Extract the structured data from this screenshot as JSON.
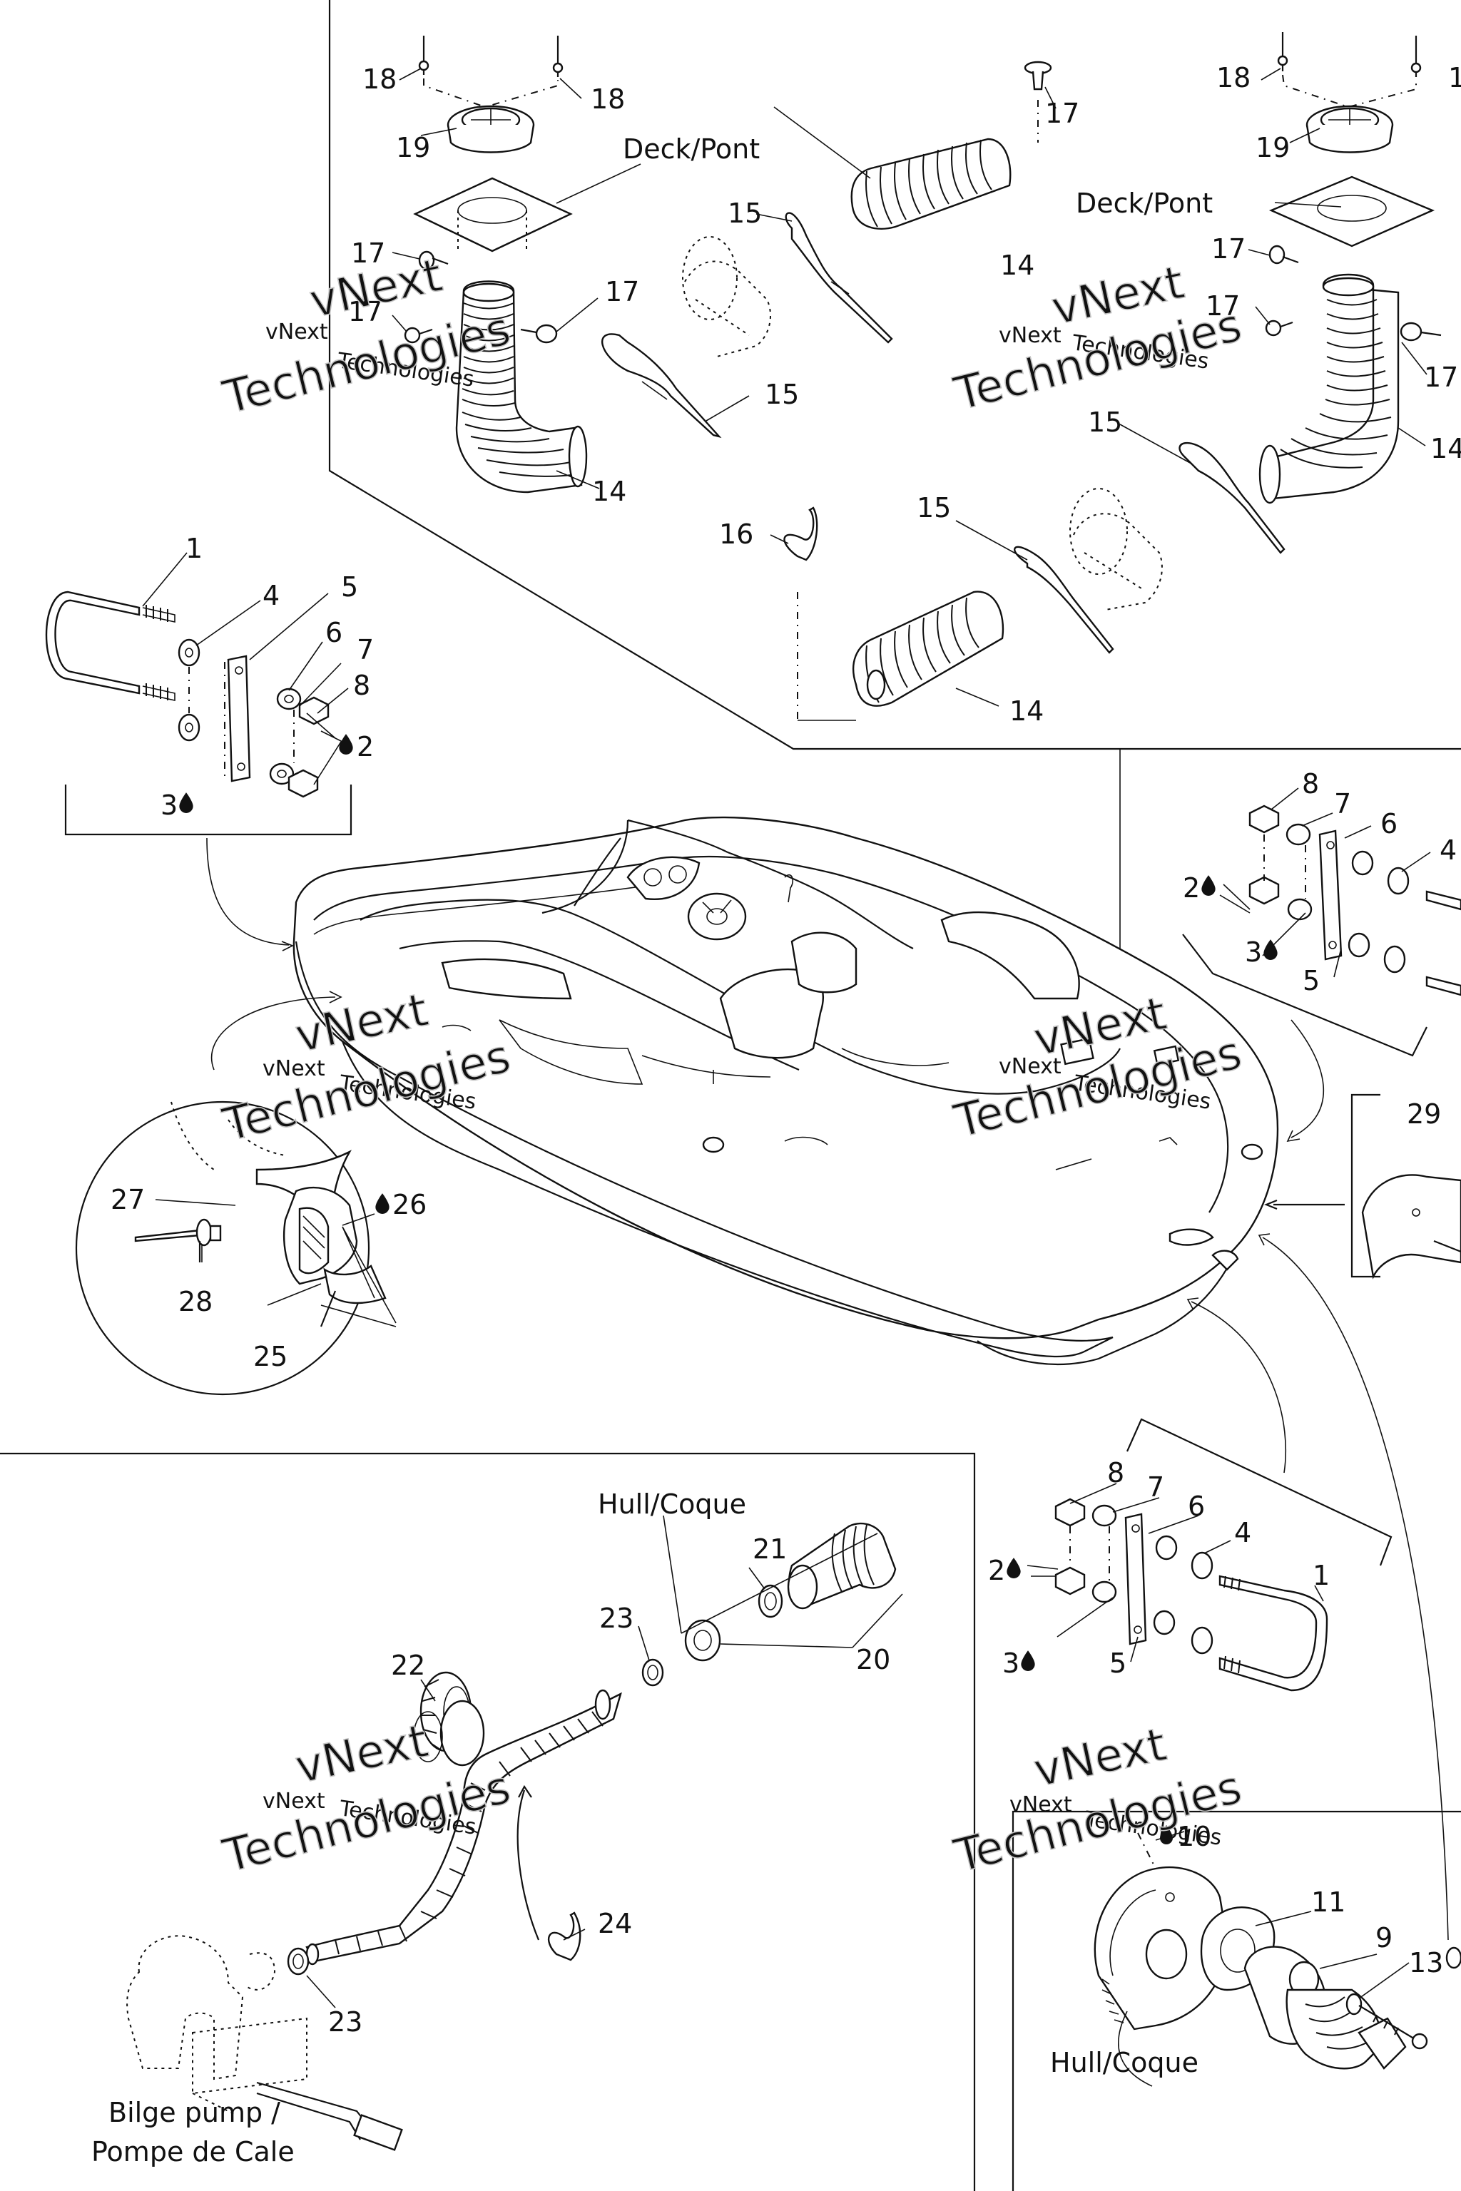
{
  "labels": {
    "deck_left": "Deck/Pont",
    "deck_right": "Deck/Pont",
    "hull_bottom": "Hull/Coque",
    "hull_right": "Hull/Coque",
    "bilge_line1": "Bilge pump /",
    "bilge_line2": "Pompe de Cale"
  },
  "watermark": {
    "line1": "vNext",
    "line2": "Technologies",
    "big": "Technologies"
  },
  "callouts": {
    "c1": "1",
    "c4": "4",
    "c5": "5",
    "c6": "6",
    "c7": "7",
    "c8": "8",
    "c2": "2",
    "c3": "3",
    "c9": "9",
    "c10": "10",
    "c11": "11",
    "c13": "13",
    "c14": "14",
    "c15": "15",
    "c16": "16",
    "c17": "17",
    "c18": "18",
    "c19": "19",
    "c20": "20",
    "c21": "21",
    "c22": "22",
    "c23": "23",
    "c24": "24",
    "c25": "25",
    "c26": "26",
    "c27": "27",
    "c28": "28",
    "c29": "29"
  },
  "icons": {
    "drop": "liquid-drop-icon"
  },
  "colors": {
    "ink": "#111111",
    "watermark": "#9a9a9a",
    "background": "#ffffff"
  }
}
